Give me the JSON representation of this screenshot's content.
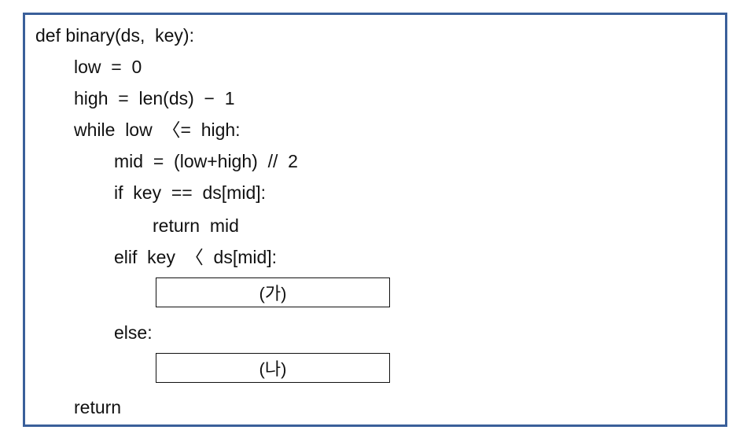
{
  "code_lines": [
    "def binary(ds,  key):",
    "low  =  0",
    "high  =  len(ds)  −  1",
    "while  low  〈=  high:",
    "mid  =  (low+high)  //  2",
    "if  key  ==  ds[mid]:",
    "return  mid",
    "elif  key  〈  ds[mid]:",
    "else:",
    "return"
  ],
  "blanks": [
    "(가)",
    "(나)"
  ],
  "border_color": "#3a5f9a"
}
